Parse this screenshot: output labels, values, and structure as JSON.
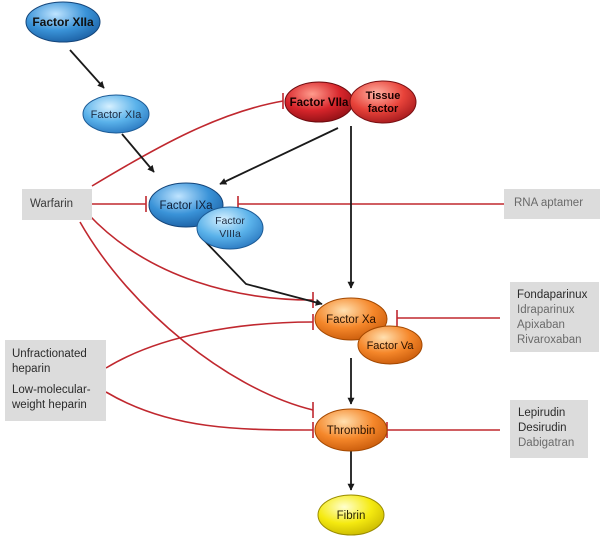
{
  "colors": {
    "blue": "#3a8fd4",
    "red": "#c8262c",
    "orange": "#f07f1e",
    "yellow": "#f3e600",
    "inhibit": "#c0282f",
    "arrow": "#1a1a1a",
    "box": "#dcdcdc"
  },
  "nodes": {
    "factor_xiia": "Factor XIIa",
    "factor_xia": "Factor XIa",
    "factor_viia": "Factor VIIa",
    "tissue_factor_1": "Tissue",
    "tissue_factor_2": "factor",
    "factor_ixa": "Factor IXa",
    "factor_viiia_1": "Factor",
    "factor_viiia_2": "VIIIa",
    "factor_xa": "Factor Xa",
    "factor_va": "Factor Va",
    "thrombin": "Thrombin",
    "fibrin": "Fibrin"
  },
  "drugs": {
    "warfarin": "Warfarin",
    "rna_aptamer": "RNA aptamer",
    "heparin": [
      "Unfractionated",
      "heparin",
      "Low-molecular-",
      "weight heparin"
    ],
    "xa_inhibitors": [
      "Fondaparinux",
      "Idraparinux",
      "Apixaban",
      "Rivaroxaban"
    ],
    "thrombin_inhibitors": [
      "Lepirudin",
      "Desirudin",
      "Dabigatran"
    ]
  }
}
